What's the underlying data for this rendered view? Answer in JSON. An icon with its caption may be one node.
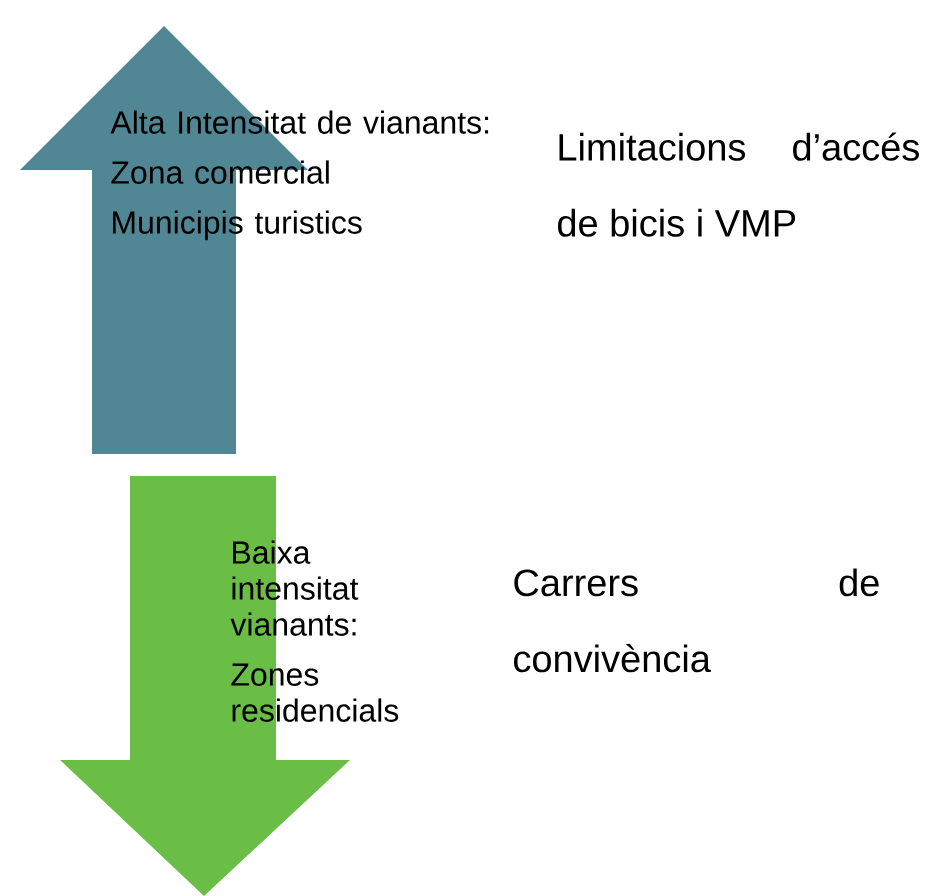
{
  "diagram": {
    "nodes": [
      {
        "text": [
          "Alta Intensitat de vianants:",
          "Zona comercial",
          "Municipis turistics"
        ]
      },
      {
        "text": [
          "Baixa intensitat vianants:",
          "Zones residencials"
        ]
      }
    ],
    "labels": [
      "Limitacions d’accés de bicis i VMP",
      "Carrers de convivència"
    ]
  }
}
